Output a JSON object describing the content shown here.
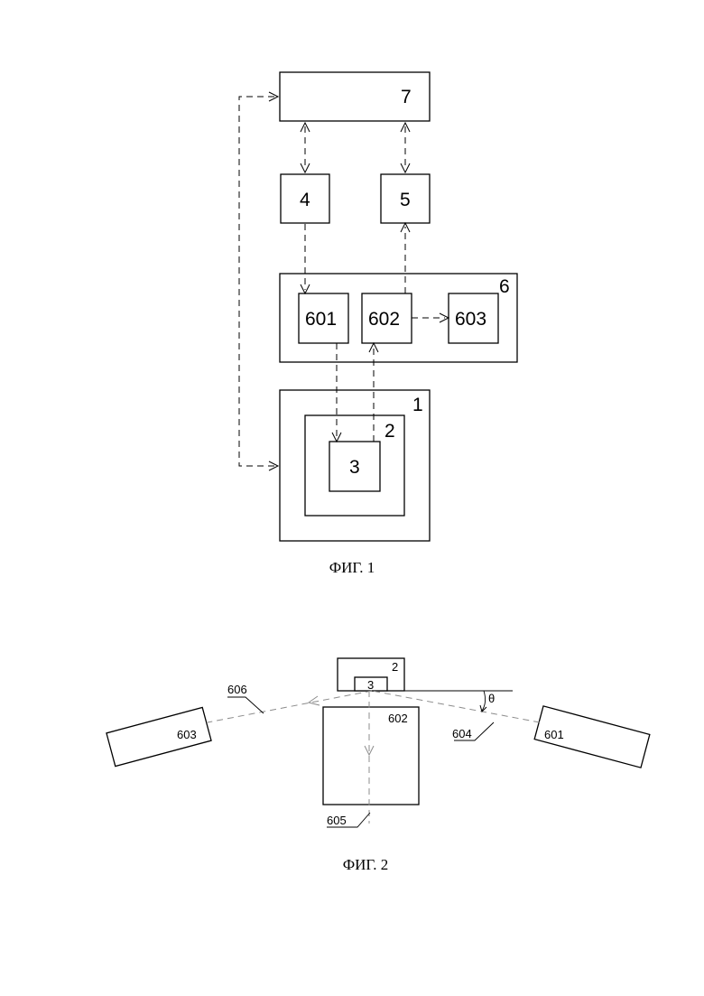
{
  "figure1": {
    "caption": "ФИГ. 1",
    "labels": {
      "block7": "7",
      "block4": "4",
      "block5": "5",
      "block6": "6",
      "block601": "601",
      "block602": "602",
      "block603": "603",
      "block1": "1",
      "block2": "2",
      "block3": "3"
    }
  },
  "figure2": {
    "caption": "ФИГ. 2",
    "labels": {
      "holder": "2",
      "sample": "3",
      "detector_602": "602",
      "source_601": "601",
      "analyzer_603": "603",
      "ray_604": "604",
      "ray_605": "605",
      "ray_606": "606",
      "angle": "θ"
    }
  }
}
